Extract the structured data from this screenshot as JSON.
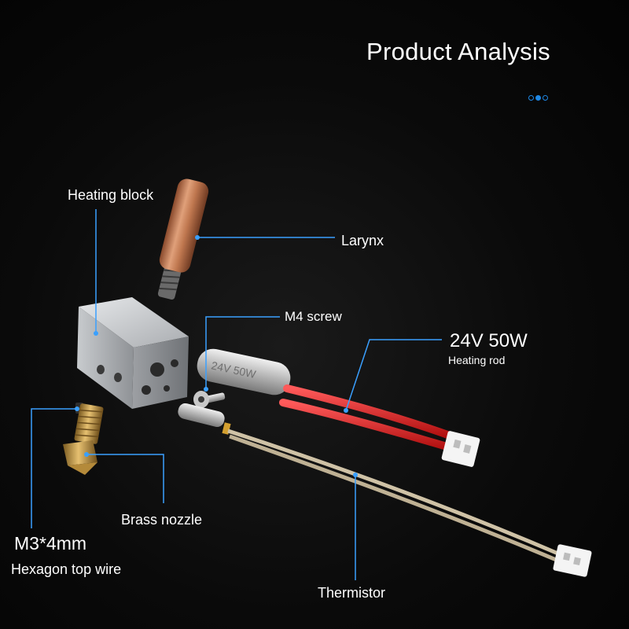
{
  "header": {
    "title": "Product Analysis"
  },
  "pager": {
    "count": 3,
    "active_index": 1,
    "accent_color": "#1e88e5"
  },
  "labels": {
    "heating_block": "Heating block",
    "larynx": "Larynx",
    "m4_screw": "M4 screw",
    "power": "24V 50W",
    "heating_rod": "Heating rod",
    "brass_nozzle": "Brass nozzle",
    "m3": "M3*4mm",
    "hexagon_wire": "Hexagon top wire",
    "thermistor": "Thermistor"
  },
  "parts": {
    "heating_rod_marking": "24V 50W"
  },
  "colors": {
    "background": "#050505",
    "callout_line": "#3aa0ff",
    "heater_wire": "#e8262a",
    "copper": "#c9825a",
    "aluminum": "#b9bcc0",
    "brass": "#c9a048"
  }
}
